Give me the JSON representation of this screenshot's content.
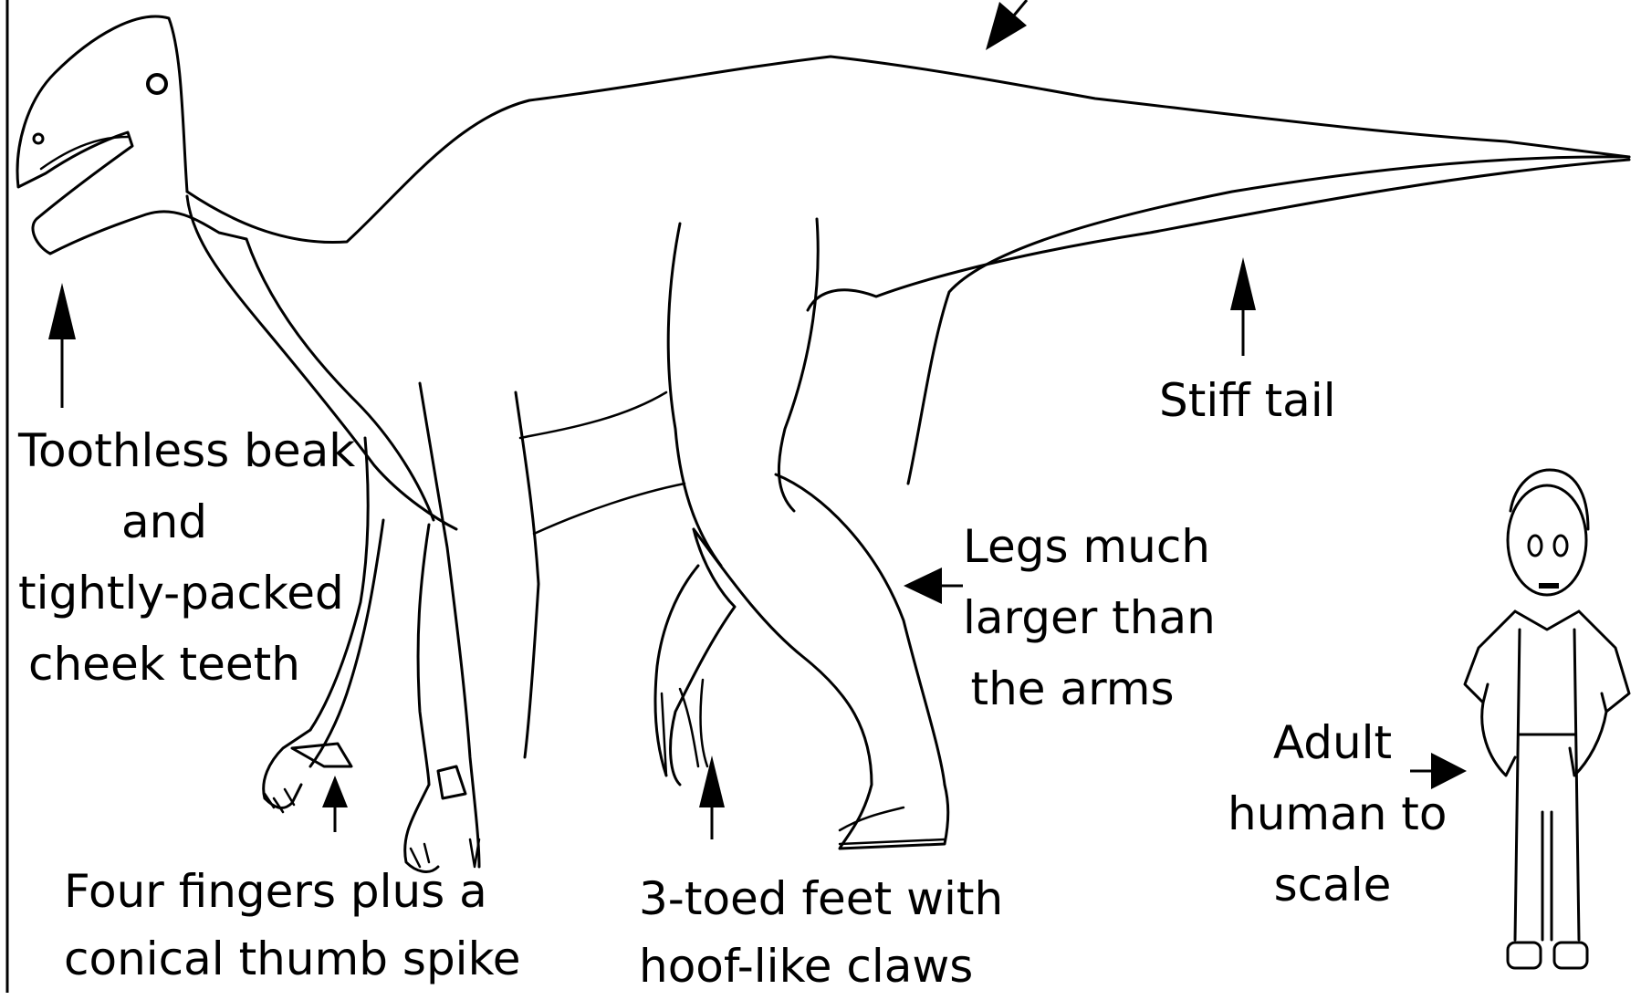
{
  "labels": {
    "beak": [
      "Toothless beak",
      "and",
      "tightly-packed",
      "cheek teeth"
    ],
    "tail": [
      "Stiff tail"
    ],
    "legs": [
      "Legs much",
      "larger than",
      "the arms"
    ],
    "fingers": [
      "Four fingers plus a",
      "conical thumb spike"
    ],
    "feet": [
      "3-toed feet with",
      "hoof-like claws"
    ],
    "human": [
      "Adult",
      "human to",
      "scale"
    ]
  },
  "colors": {
    "ink": "#000000",
    "background": "#ffffff"
  }
}
